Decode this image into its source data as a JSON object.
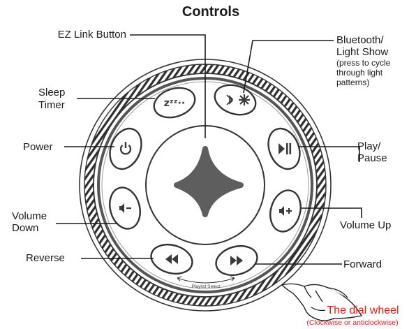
{
  "title": "Controls",
  "labels": {
    "ez_link": "EZ Link Button",
    "bluetooth_1": "Bluetooth/",
    "bluetooth_2": "Light Show",
    "bluetooth_note_1": "(press to cycle",
    "bluetooth_note_2": "through light",
    "bluetooth_note_3": "patterns)",
    "sleep_1": "Sleep",
    "sleep_2": "Timer",
    "power": "Power",
    "play_1": "Play/",
    "play_2": "Pause",
    "voldown_1": "Volume",
    "voldown_2": "Down",
    "volup": "Volume Up",
    "reverse": "Reverse",
    "forward": "Forward",
    "dial": "The dial wheel",
    "dial_note": "(Clockwise or anticlockwise)",
    "playlist": "Playlist Select"
  },
  "buttons": {
    "sleep": "zᶻᶻ··",
    "voldown": "◀−",
    "volup": "◀+"
  },
  "colors": {
    "accent_red": "#e0201c",
    "button_stroke": "#333333",
    "center_shape": "#5e5e5e"
  }
}
